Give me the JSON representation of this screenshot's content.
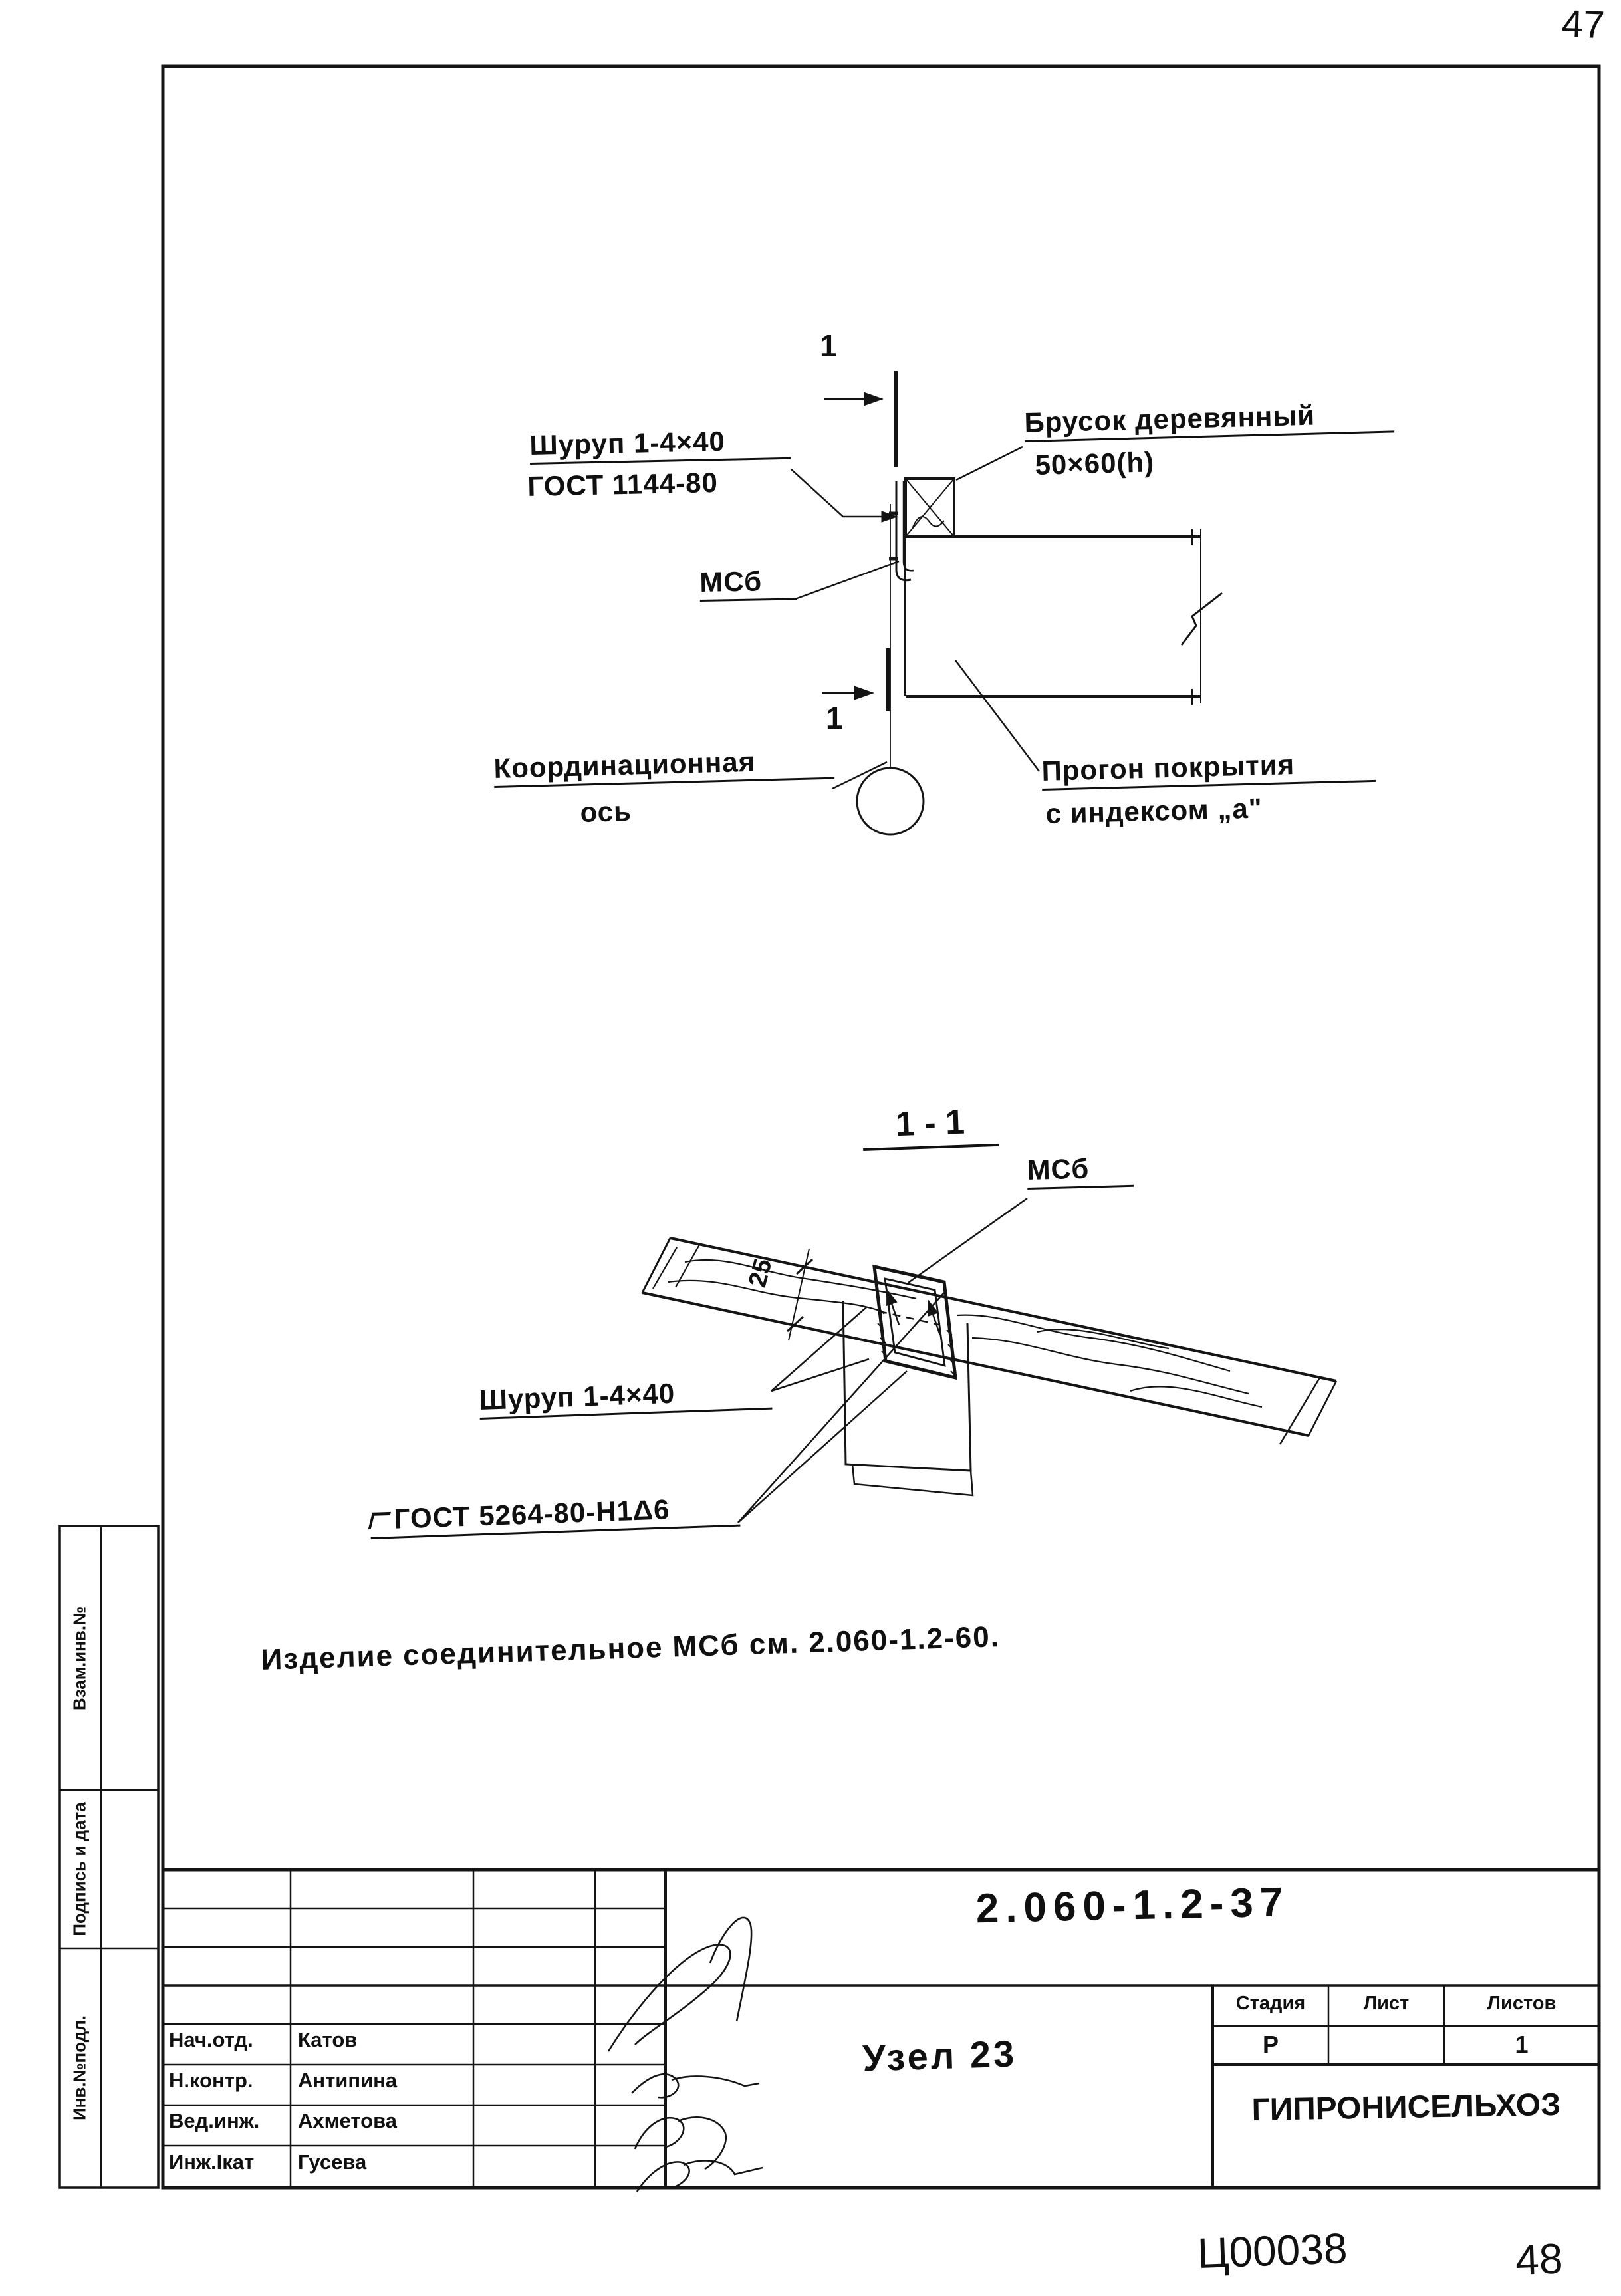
{
  "page": {
    "corner_number": "47",
    "stamp_code": "Ц00038",
    "stamp_page": "48"
  },
  "detail_view": {
    "section_digit": "1",
    "labels": {
      "screw_line1": "Шуруп 1-4×40",
      "screw_line2": "ГОСТ 1144-80",
      "block_line1": "Брусок деревянный",
      "block_line2": "50×60(h)",
      "connector": "МСб",
      "axis_line1": "Координационная",
      "axis_line2": "ось",
      "purlin_line1": "Прогон покрытия",
      "purlin_line2": "с индексом „а\""
    }
  },
  "section_view": {
    "title": "1 - 1",
    "labels": {
      "connector": "МСб",
      "dimension": "25",
      "screw": "Шуруп 1-4×40",
      "weld_gost": "ГОСТ 5264-80-Н1Δ6"
    }
  },
  "note": "Изделие соединительное МСб   см. 2.060-1.2-60.",
  "title_block": {
    "doc_number": "2.060-1.2-37",
    "node_title": "Узел 23",
    "stage_label": "Стадия",
    "sheet_label": "Лист",
    "sheets_label": "Листов",
    "stage_value": "Р",
    "sheet_value": "",
    "sheets_value": "1",
    "organization": "ГИПРОНИСЕЛЬХОЗ",
    "sign_rows": [
      {
        "role": "Нач.отд.",
        "name": "Катов"
      },
      {
        "role": "Н.контр.",
        "name": "Антипина"
      },
      {
        "role": "Вед.инж.",
        "name": "Ахметова"
      },
      {
        "role": "Инж.Iкат",
        "name": "Гусева"
      }
    ]
  },
  "sidebar": {
    "cell1": "Взам.инв.№",
    "cell2": "Подпись и дата",
    "cell3": "Инв.№подл."
  }
}
